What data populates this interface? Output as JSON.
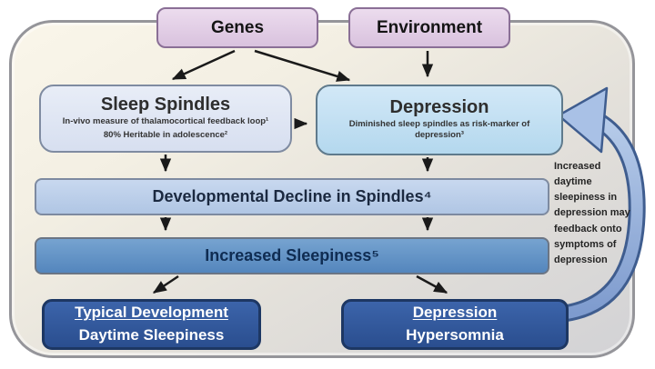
{
  "diagram": {
    "nodes": {
      "genes": {
        "label": "Genes"
      },
      "environment": {
        "label": "Environment"
      },
      "sleep_spindles": {
        "title": "Sleep Spindles",
        "note_line1": "In-vivo measure of thalamocortical feedback loop¹",
        "note_line2": "80% Heritable in adolescence²"
      },
      "depression": {
        "title": "Depression",
        "note_line1": "Diminished sleep spindles as risk-marker of depression³"
      },
      "decline": {
        "label": "Developmental Decline in Spindles⁴"
      },
      "sleepiness": {
        "label": "Increased Sleepiness⁵"
      },
      "typical_development": {
        "title": "Typical Development",
        "subtitle": "Daytime Sleepiness"
      },
      "depression_outcome": {
        "title": "Depression",
        "subtitle": "Hypersomnia"
      }
    },
    "annotations": {
      "feedback_note": "Increased daytime sleepiness in depression may feedback onto symptoms of depression"
    },
    "colors": {
      "genes_env_fill": "#e2cfe4",
      "genes_env_border": "#8a6f96",
      "spindles_fill": "#dde4f2",
      "depression_fill": "#c0def2",
      "decline_fill": "#bccfe9",
      "sleepiness_fill": "#6094c6",
      "outcome_fill": "#2f5496",
      "outcome_border": "#1d3763",
      "feedback_band_fill": "#a9c1e6",
      "feedback_band_border": "#3f5d8f",
      "arrow_color": "#1a1a1a"
    }
  }
}
